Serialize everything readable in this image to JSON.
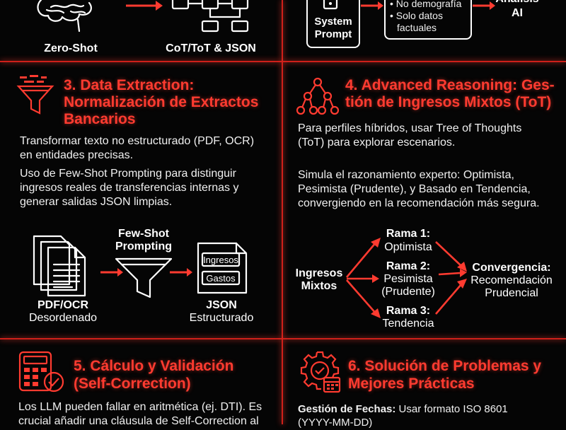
{
  "top": {
    "zero_shot_label": "Zero-Shot",
    "cot_label": "CoT/ToT & JSON",
    "system_prompt_line1": "System",
    "system_prompt_line2": "Prompt",
    "rules": [
      "• No demografía",
      "• Solo datos",
      "factuales"
    ],
    "analysis_line1": "Análisis",
    "analysis_line2": "AI"
  },
  "section3": {
    "title_line1": "3. Data Extraction:",
    "title_line2": "Normalización de Extractos",
    "title_line3": "Bancarios",
    "para1_line1": "Transformar texto no estructurado (PDF, OCR)",
    "para1_line2": "en entidades precisas.",
    "para2_line1": "Uso de Few-Shot Prompting para distinguir",
    "para2_line2": "ingresos reales de transferencias internas y",
    "para2_line3": "generar salidas JSON limpias.",
    "few_shot_line1": "Few-Shot",
    "few_shot_line2": "Prompting",
    "pdf_label": "PDF/OCR",
    "pdf_sub": "Desordenado",
    "json_label": "JSON",
    "json_sub": "Estructurado",
    "json_field1": "Ingresos",
    "json_field2": "Gastos"
  },
  "section4": {
    "title_line1": "4. Advanced Reasoning: Ges-",
    "title_line2": "tión de Ingresos Mixtos (ToT)",
    "para1_line1": "Para perfiles híbridos, usar Tree of Thoughts",
    "para1_line2": "(ToT) para explorar escenarios.",
    "para2_line1": "Simula el razonamiento experto: Optimista,",
    "para2_line2": "Pesimista (Prudente), y Basado en Tendencia,",
    "para2_line3": "convergiendo en la recomendación más segura.",
    "root_line1": "Ingresos",
    "root_line2": "Mixtos",
    "branch1_title": "Rama 1:",
    "branch1_sub": "Optimista",
    "branch2_title": "Rama 2:",
    "branch2_sub1": "Pesimista",
    "branch2_sub2": "(Prudente)",
    "branch3_title": "Rama 3:",
    "branch3_sub": "Tendencia",
    "conv_title": "Convergencia:",
    "conv_sub1": "Recomendación",
    "conv_sub2": "Prudencial"
  },
  "section5": {
    "title_line1": "5. Cálculo y Validación",
    "title_line2": "(Self-Correction)",
    "para_line1": "Los LLM pueden fallar en aritmética (ej. DTI). Es",
    "para_line2": "crucial añadir una cláusula de Self-Correction al"
  },
  "section6": {
    "title_line1": "6. Solución de Problemas y",
    "title_line2": "Mejores Prácticas",
    "bold_label": "Gestión de Fechas:",
    "text": " Usar formato ISO 8601",
    "text_line2": "(YYYY-MM-DD)"
  },
  "colors": {
    "accent": "#ff3b30",
    "background": "#050505",
    "text": "#f2f2f2"
  }
}
